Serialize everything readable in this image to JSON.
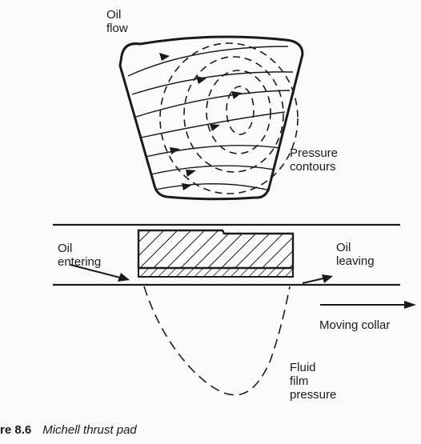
{
  "labels": {
    "oil_flow": [
      "Oil",
      "flow"
    ],
    "pressure_contours": [
      "Pressure",
      "contours"
    ],
    "oil_entering": [
      "Oil",
      "entering"
    ],
    "oil_leaving": [
      "Oil",
      "leaving"
    ],
    "moving_collar": "Moving collar",
    "fluid_film_pressure": [
      "Fluid",
      "film",
      "pressure"
    ]
  },
  "caption": {
    "number": "re 8.6",
    "title": "Michell thrust pad"
  },
  "colors": {
    "ink": "#1a1a1a",
    "background": "#fbfbfb"
  }
}
